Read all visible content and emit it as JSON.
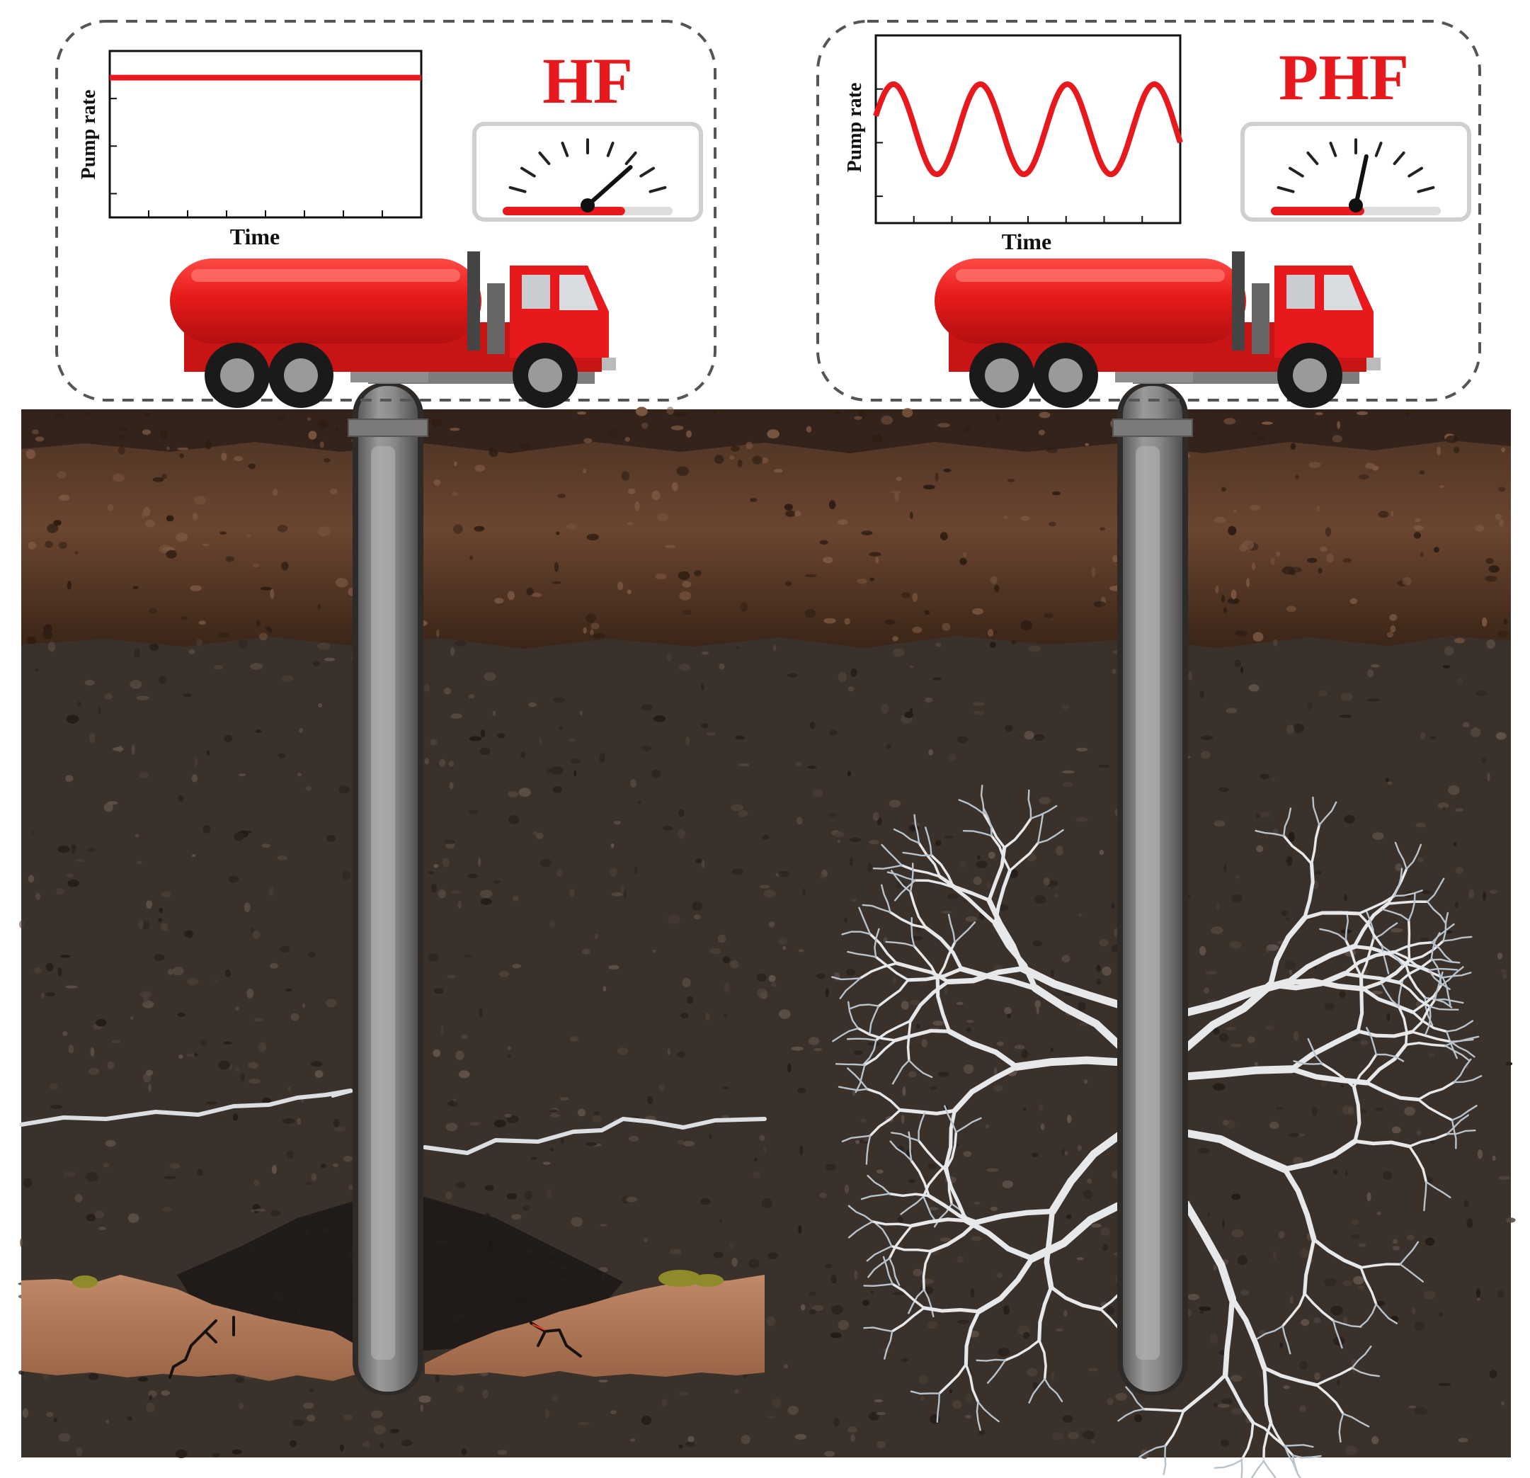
{
  "panels": {
    "left": {
      "title": "HF",
      "chart_ylabel": "Pump rate",
      "chart_xlabel": "Time"
    },
    "right": {
      "title": "PHF",
      "chart_ylabel": "Pump rate",
      "chart_xlabel": "Time"
    }
  },
  "colors": {
    "accent_red": "#e8191c",
    "topsoil": "#5a3a26",
    "rock": "#3a312b",
    "casing": "#8a8a8a",
    "fracture": "#e6e8ea",
    "clay": "#b07a5a"
  },
  "chart_data": [
    {
      "type": "line",
      "panel": "HF",
      "xlabel": "Time",
      "ylabel": "Pump rate",
      "pattern": "constant",
      "x": [
        0,
        1,
        2,
        3,
        4,
        5,
        6
      ],
      "y": [
        0.84,
        0.84,
        0.84,
        0.84,
        0.84,
        0.84,
        0.84
      ],
      "ylim": [
        0,
        1
      ],
      "gauge_level": 0.72
    },
    {
      "type": "line",
      "panel": "PHF",
      "xlabel": "Time",
      "ylabel": "Pump rate",
      "pattern": "sinusoidal",
      "cycles": 3.5,
      "mean": 0.5,
      "amplitude": 0.24,
      "ylim": [
        0,
        1
      ],
      "gauge_level": 0.55
    }
  ]
}
